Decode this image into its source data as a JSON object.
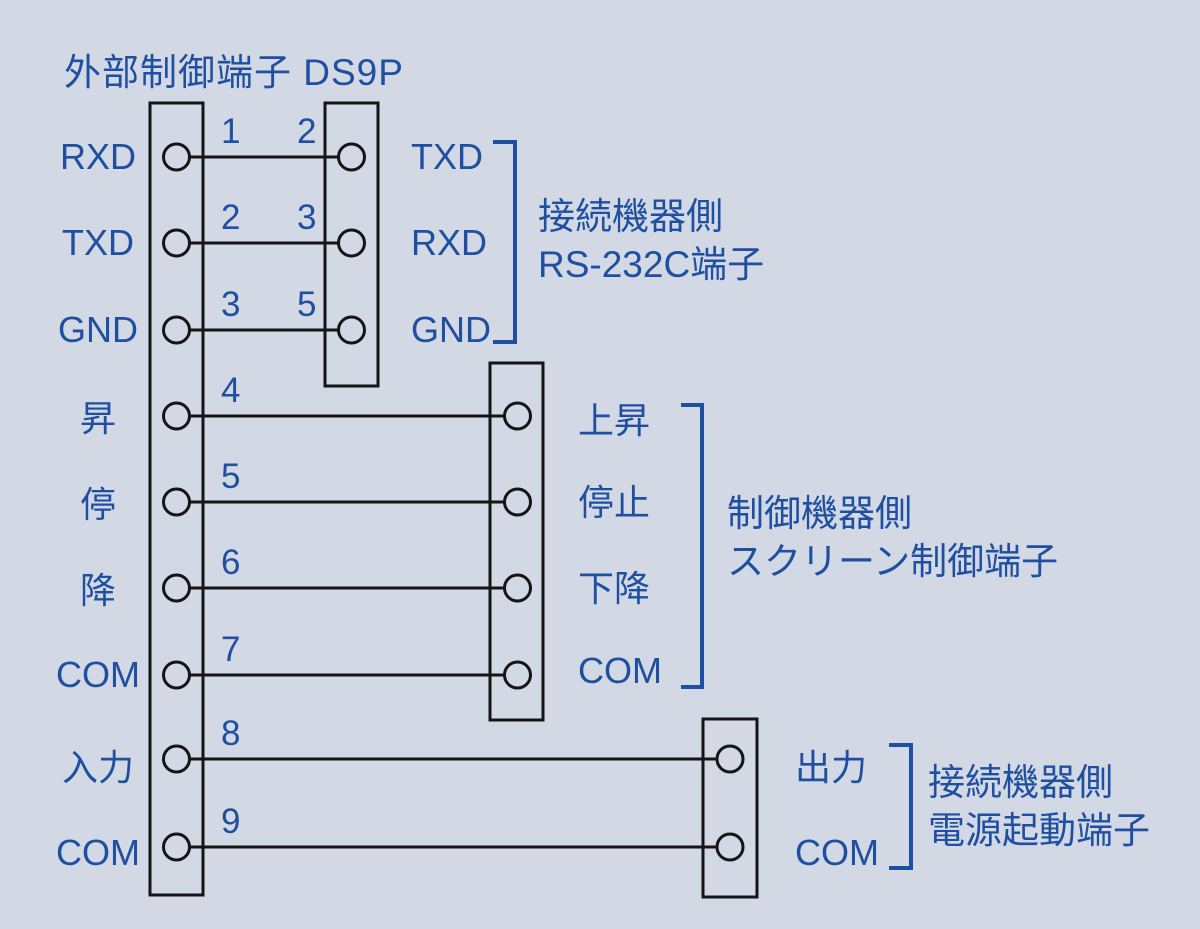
{
  "title": "外部制御端子 DS9P",
  "colors": {
    "text_blue": "#1f4fa0",
    "line_black": "#151515",
    "background": "#d3d8e5"
  },
  "connector": {
    "rows": [
      {
        "left_label": "RXD",
        "left_pin": "1",
        "right_pin": "2",
        "right_label": "TXD"
      },
      {
        "left_label": "TXD",
        "left_pin": "2",
        "right_pin": "3",
        "right_label": "RXD"
      },
      {
        "left_label": "GND",
        "left_pin": "3",
        "right_pin": "5",
        "right_label": "GND"
      },
      {
        "left_label": "昇",
        "left_pin": "4",
        "right_label": "上昇"
      },
      {
        "left_label": "停",
        "left_pin": "5",
        "right_label": "停止"
      },
      {
        "left_label": "降",
        "left_pin": "6",
        "right_label": "下降"
      },
      {
        "left_label": "COM",
        "left_pin": "7",
        "right_label": "COM"
      },
      {
        "left_label": "入力",
        "left_pin": "8",
        "right_label": "出力"
      },
      {
        "left_label": "COM",
        "left_pin": "9",
        "right_label": "COM"
      }
    ]
  },
  "groups": [
    {
      "line1": "接続機器側",
      "line2": "RS-232C端子"
    },
    {
      "line1": "制御機器側",
      "line2": "スクリーン制御端子"
    },
    {
      "line1": "接続機器側",
      "line2": "電源起動端子"
    }
  ]
}
